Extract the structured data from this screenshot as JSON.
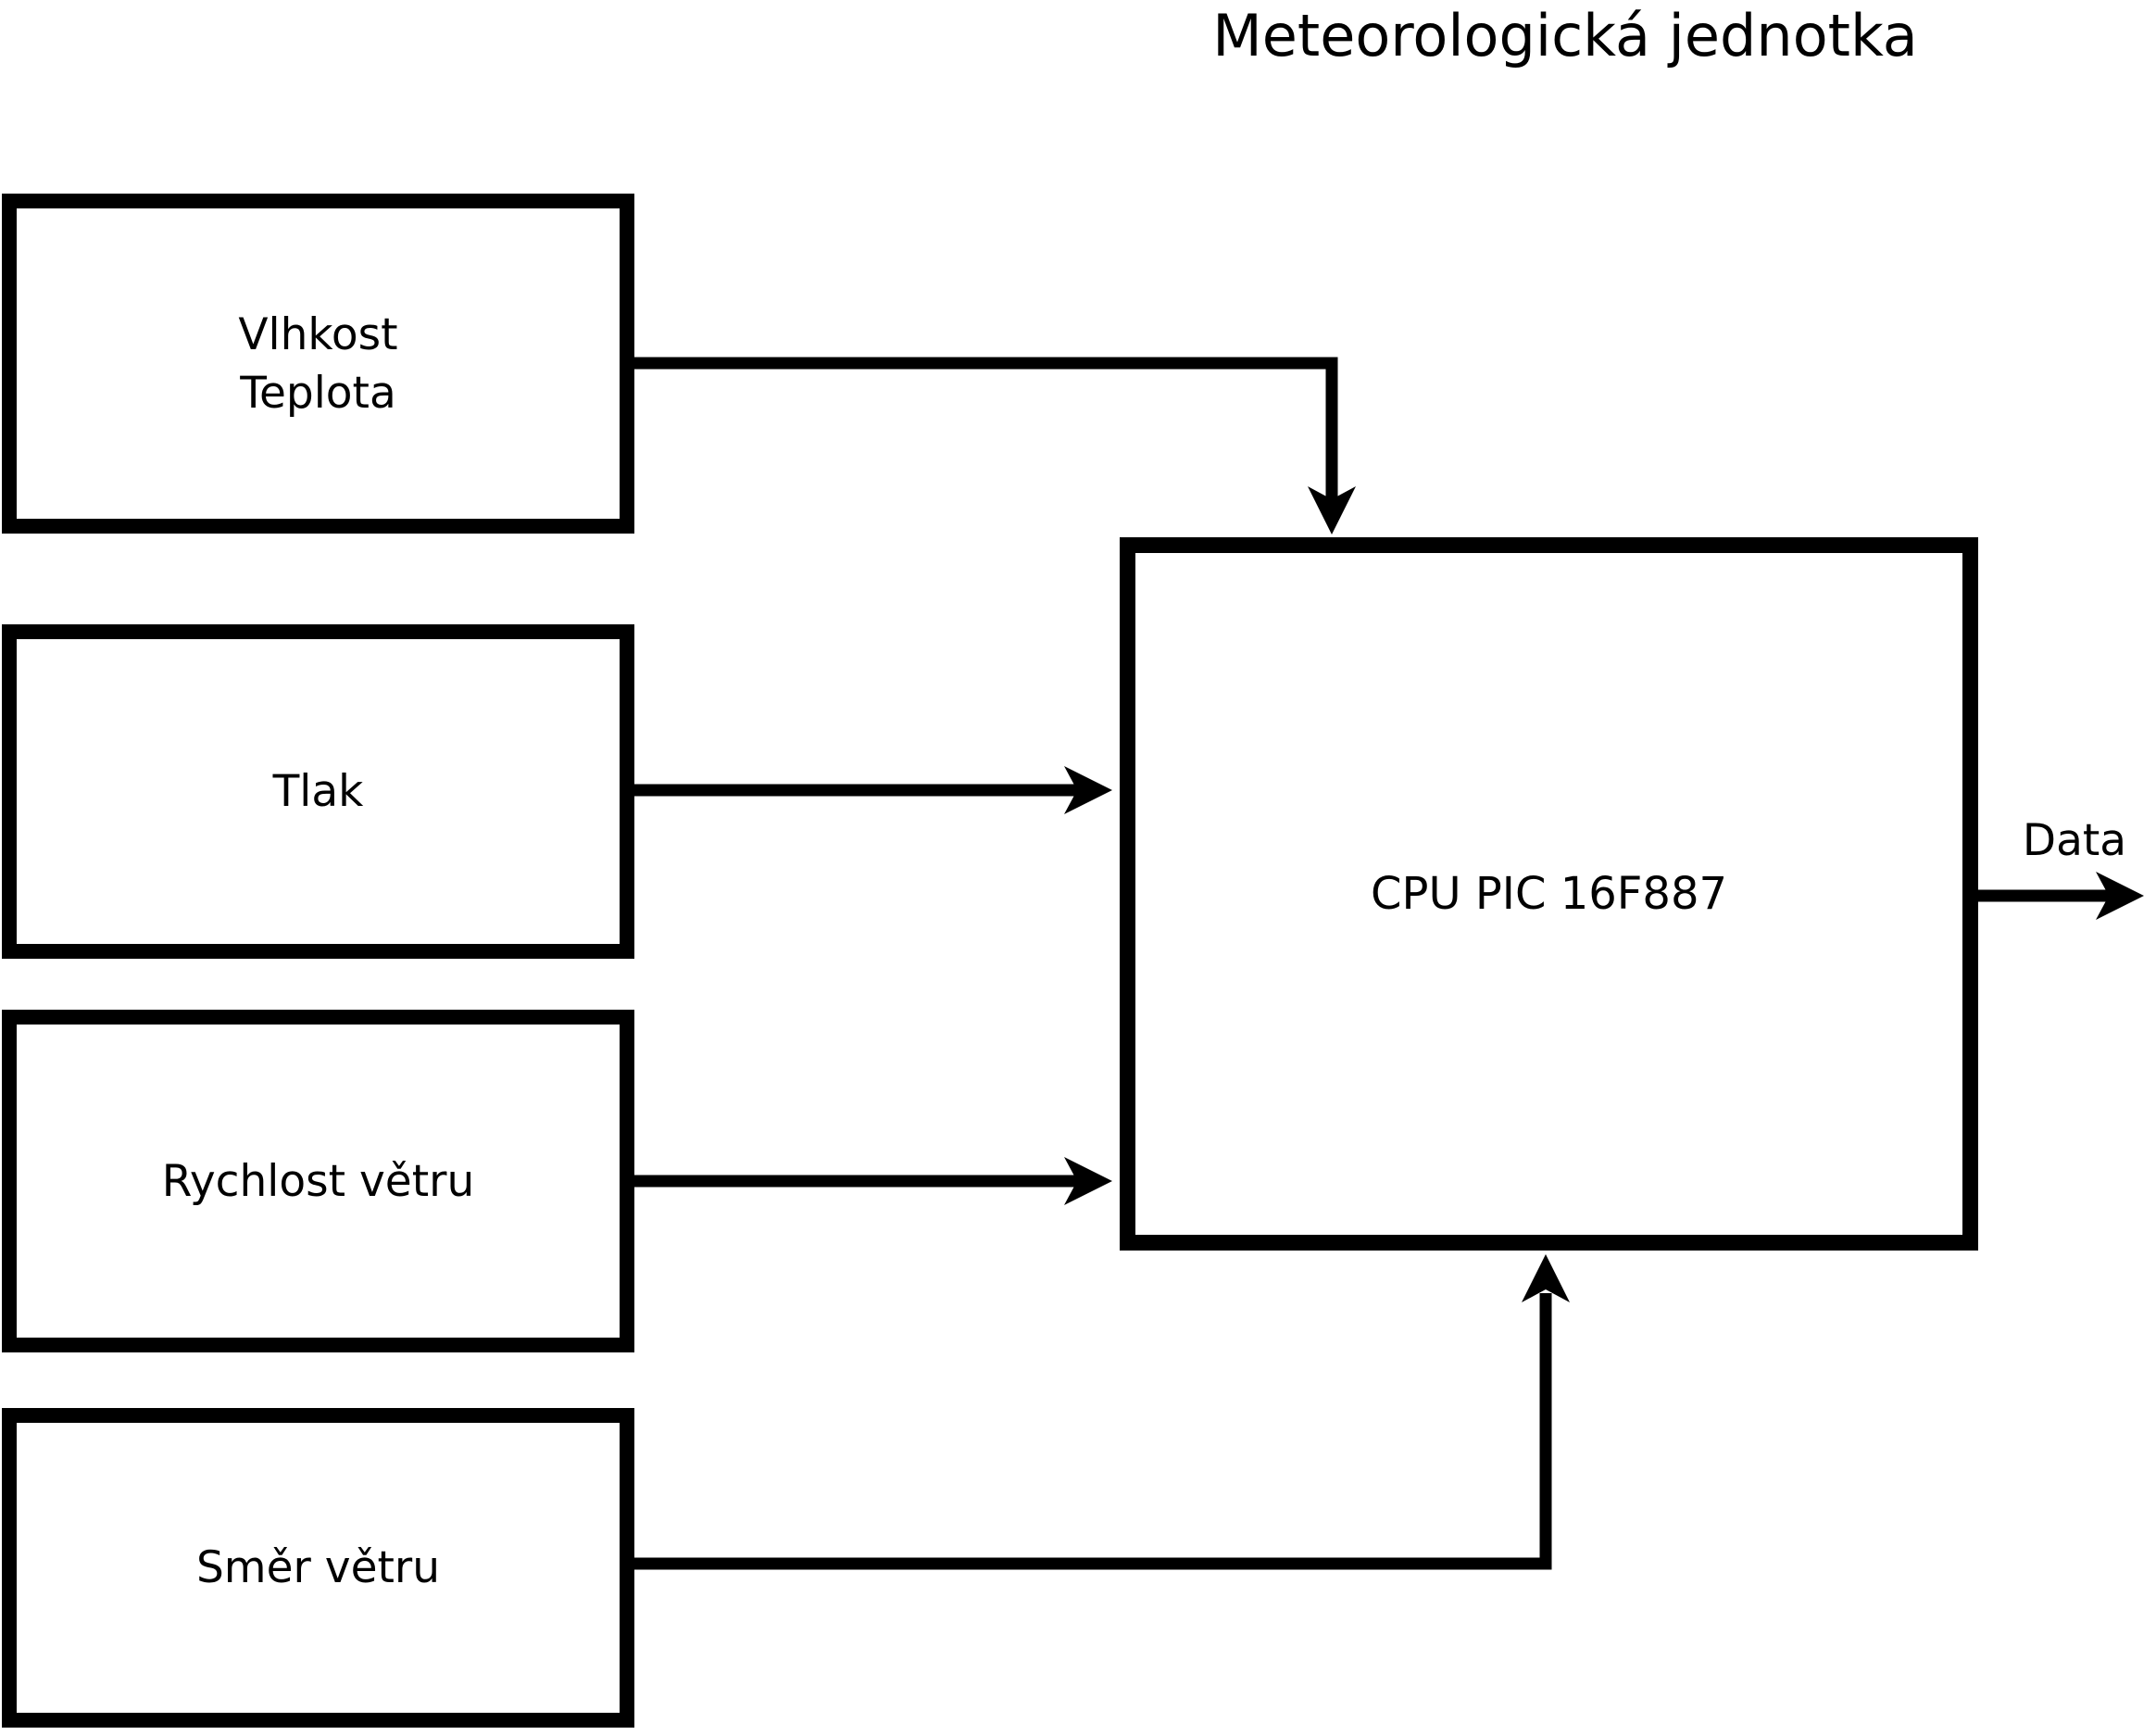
{
  "title": "Meteorologická jednotka",
  "diagram": {
    "sensors": [
      {
        "id": "vlhkost-teplota",
        "lines": [
          "Vlhkost",
          "Teplota"
        ]
      },
      {
        "id": "tlak",
        "lines": [
          "Tlak"
        ]
      },
      {
        "id": "rychlost-vetru",
        "lines": [
          "Rychlost větru"
        ]
      },
      {
        "id": "smer-vetru",
        "lines": [
          "Směr větru"
        ]
      }
    ],
    "cpu": {
      "label": "CPU PIC 16F887"
    },
    "output": {
      "label": "Data"
    },
    "colors": {
      "line": "#000000",
      "background": "#ffffff"
    }
  }
}
